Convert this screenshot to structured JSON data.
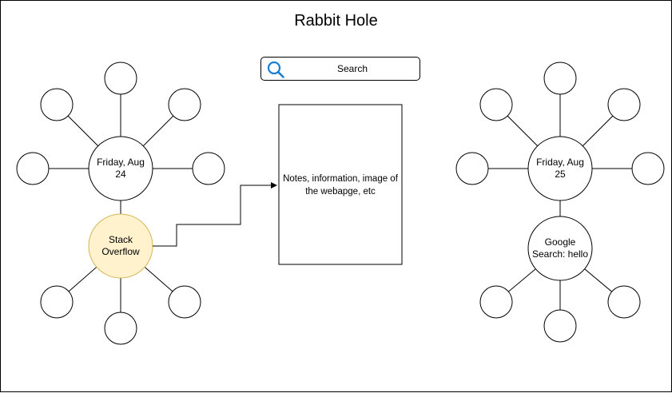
{
  "title": "Rabbit Hole",
  "search": {
    "label": "Search",
    "icon": "search-icon"
  },
  "notes_box": {
    "text": "Notes, information, image of the webapge, etc"
  },
  "clusters": [
    {
      "hub": "Friday, Aug 24",
      "child": "Stack Overflow",
      "child_fill": "#fff2cc",
      "child_stroke": "#d6b656"
    },
    {
      "hub": "Friday, Aug 25",
      "child": "Google Search: hello",
      "child_fill": "#ffffff",
      "child_stroke": "#000000"
    }
  ],
  "colors": {
    "stroke": "#000000",
    "accent_fill": "#fff2cc",
    "accent_stroke": "#d6b656",
    "icon": "#1a7fd1"
  }
}
